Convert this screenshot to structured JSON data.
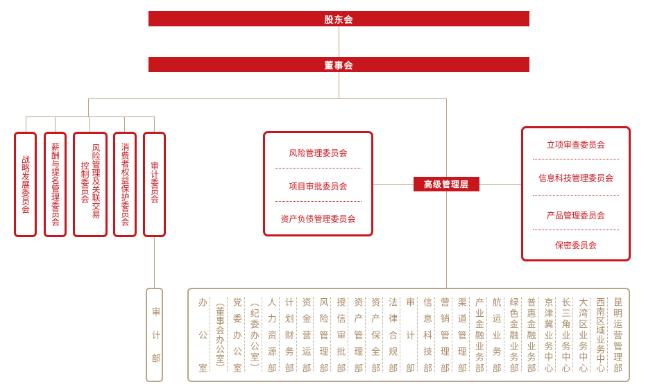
{
  "shareholders": "股东会",
  "board": "董事会",
  "board_committees": [
    {
      "lines": [
        "战略发展委员会"
      ]
    },
    {
      "lines": [
        "薪酬与提名管理委员会"
      ]
    },
    {
      "lines": [
        "风险管理及关联交易",
        "控制委员会"
      ]
    },
    {
      "lines": [
        "消费者权益保护委员会"
      ]
    },
    {
      "lines": [
        "审计委员会"
      ]
    }
  ],
  "audit_dept": "审计部",
  "senior_management": "高级管理层",
  "left_committees": [
    "风险管理委员会",
    "项目审批委员会",
    "资产负债管理委员会"
  ],
  "right_committees": [
    "立项审查委员会",
    "信息科技管理委员会",
    "产品管理委员会",
    "保密委员会"
  ],
  "departments": [
    "办公室",
    "（董事会办公室）",
    "党委办公室",
    "（纪委办公室）",
    "人力资源部",
    "计划财务部",
    "资金营运部",
    "风险管理部",
    "授信审批部",
    "资产管理部",
    "资产保全部",
    "法律合规部",
    "审计部",
    "信息科技部",
    "营销管理部",
    "渠道管理部",
    "产业金融业务部",
    "航运业务部",
    "绿色金融业务部",
    "普惠金融业务部",
    "京津冀业务中心",
    "长三角业务中心",
    "大湾区业务中心",
    "西南区域业务中心",
    "昆明运营管理部"
  ],
  "colors": {
    "red": "#c8161d",
    "tan": "#b9a488",
    "dept_text": "#a88a63"
  }
}
